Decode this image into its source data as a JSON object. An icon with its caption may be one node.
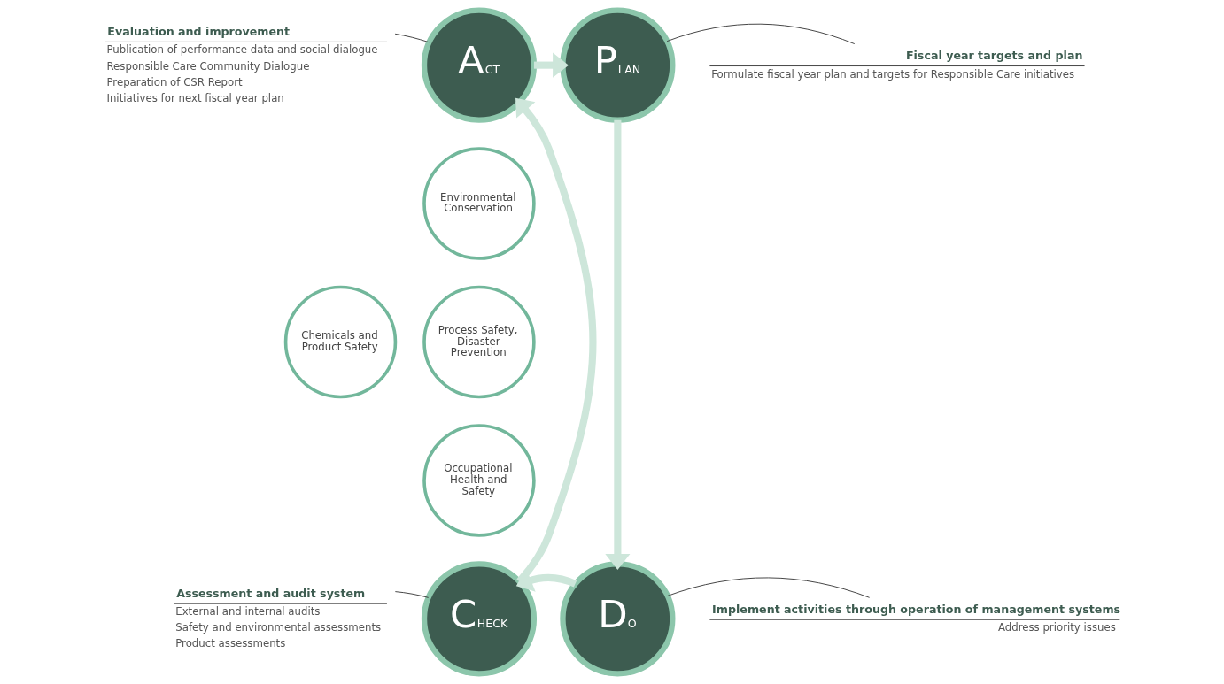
{
  "diagram": {
    "nodes": [
      {
        "text": [
          "ACT"
        ]
      },
      {
        "text": [
          "PLAN"
        ]
      },
      {
        "text": [
          "DO"
        ]
      },
      {
        "text": [
          "CHECK"
        ]
      },
      {
        "text": [
          "Environmental Conservation"
        ]
      },
      {
        "text": [
          "Process Safety, Disaster Prevention"
        ]
      },
      {
        "text": [
          "Occupational Health and Safety"
        ]
      },
      {
        "text": [
          "Chemicals and Product Safety"
        ]
      },
      {
        "text": [
          "Evaluation and improvement",
          "Publication of performance data and social dialogue",
          "Responsible Care Community Dialogue",
          "Preparation of CSR Report",
          "Initiatives for next fiscal year plan"
        ]
      },
      {
        "text": [
          "Fiscal year targets and plan",
          "Formulate fiscal year plan and targets for Responsible Care initiatives"
        ]
      },
      {
        "text": [
          "Implement activities through operation of management systems",
          "Address priority issues"
        ]
      },
      {
        "text": [
          "Assessment and audit system",
          "External and internal audits",
          "Safety and environmental assessments",
          "Product assessments"
        ]
      }
    ],
    "edges": [
      {
        "from": 0,
        "to": 1,
        "arrow": "to",
        "style": "thick",
        "color": "#cde6da"
      },
      {
        "from": 1,
        "to": 2,
        "arrow": "to",
        "style": "thick",
        "color": "#cde6da"
      },
      {
        "from": 2,
        "to": 3,
        "arrow": "to",
        "style": "thick",
        "color": "#cde6da"
      },
      {
        "from": 3,
        "to": 0,
        "arrow": "to",
        "style": "thick",
        "color": "#cde6da"
      },
      {
        "from": 8,
        "to": 0,
        "arrow": "none",
        "color": "#333333"
      },
      {
        "from": 9,
        "to": 1,
        "arrow": "none",
        "color": "#333333"
      },
      {
        "from": 10,
        "to": 2,
        "arrow": "none",
        "color": "#333333"
      },
      {
        "from": 11,
        "to": 3,
        "arrow": "none",
        "color": "#333333"
      }
    ]
  }
}
